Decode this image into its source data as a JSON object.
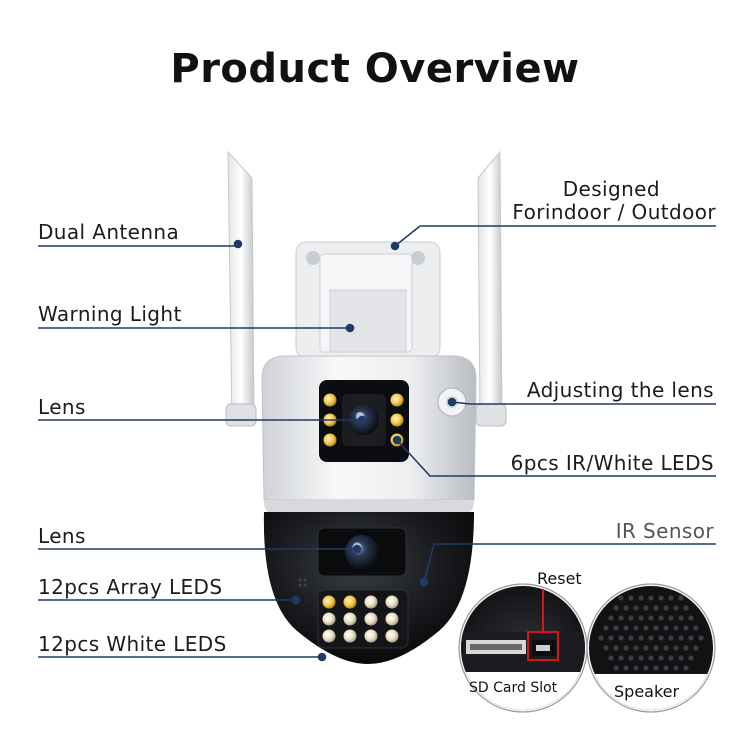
{
  "title": "Product Overview",
  "labels": {
    "dual_antenna": "Dual Antenna",
    "designed_line1": "Designed",
    "designed_line2": "Forindoor / Outdoor",
    "warning_light": "Warning Light",
    "lens_top": "Lens",
    "adjusting": "Adjusting the lens",
    "ir_white_leds": "6pcs IR/White LEDS",
    "lens_bottom": "Lens",
    "ir_sensor": "IR Sensor",
    "array_leds": "12pcs Array LEDS",
    "white_leds": "12pcs White LEDS",
    "reset": "Reset",
    "sd_card_slot": "SD Card Slot",
    "speaker": "Speaker"
  },
  "colors": {
    "leader_line": "#1f3a66",
    "reset_box": "#d01818",
    "warm_led": "#f2c94c"
  }
}
